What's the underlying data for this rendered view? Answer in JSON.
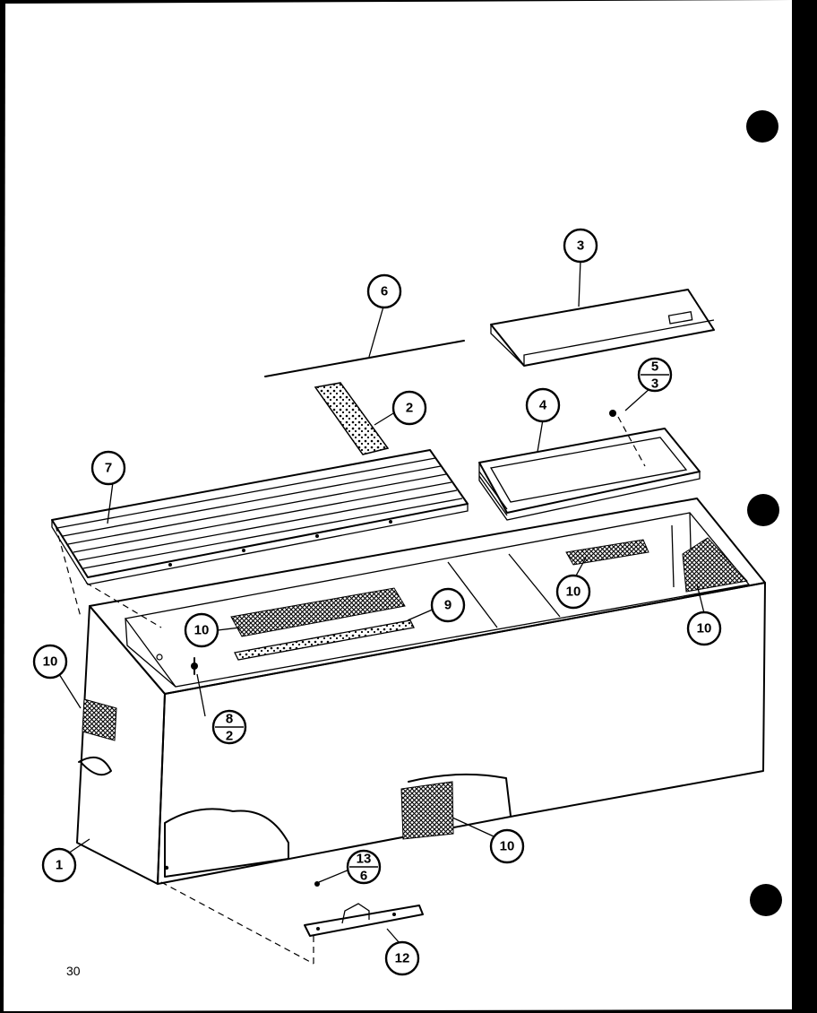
{
  "diagram": {
    "page_number": "30",
    "callouts": [
      "1",
      "2",
      "3",
      "4",
      "6",
      "7",
      "9",
      "10",
      "12"
    ],
    "fraction_callouts": [
      {
        "top": "5",
        "bottom": "3"
      },
      {
        "top": "8",
        "bottom": "2"
      },
      {
        "top": "13",
        "bottom": "6"
      }
    ]
  }
}
